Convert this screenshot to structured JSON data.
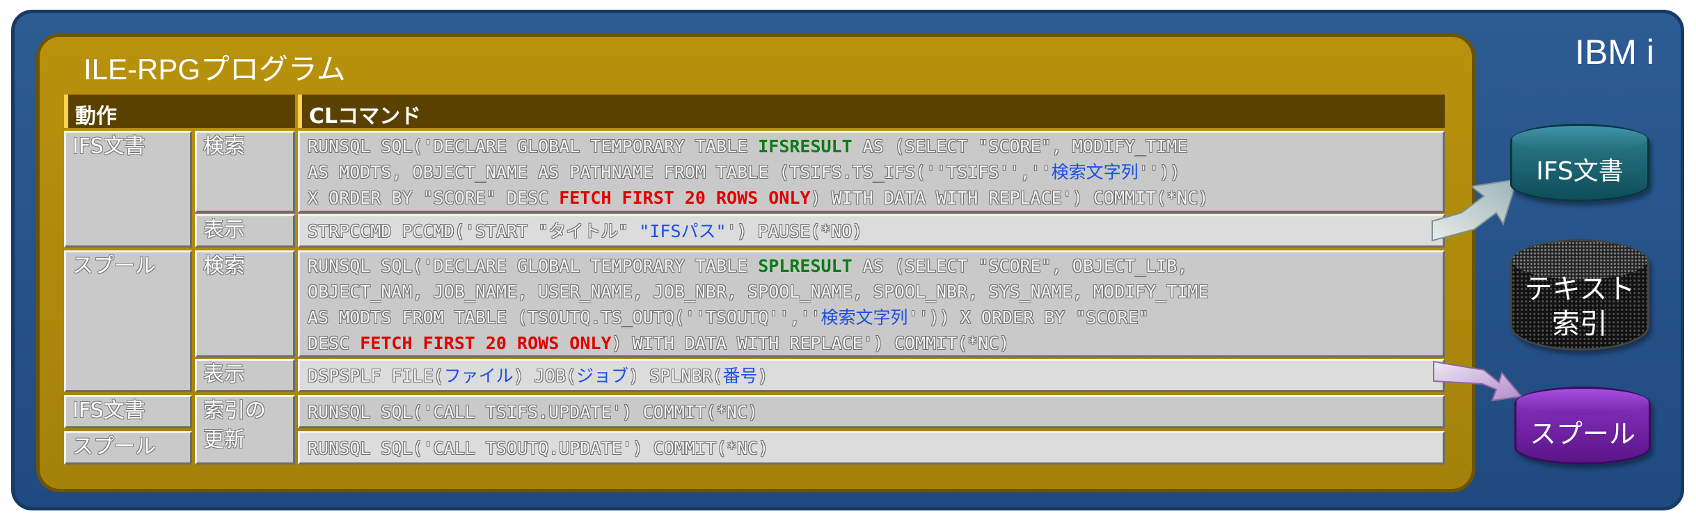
{
  "system": {
    "title": "IBM i"
  },
  "program": {
    "title": "ILE-RPGプログラム"
  },
  "table": {
    "header_action": "動作",
    "header_cl": "CLコマンド",
    "ifs_doc": "IFS文書",
    "spool": "スプール",
    "search": "検索",
    "display": "表示",
    "index_update_1": "索引の",
    "index_update_2": "更新",
    "ifs_update_doc": "IFS文書",
    "spool_update": "スプール"
  },
  "cmd_ifs_search": {
    "l1a": "RUNSQL SQL('DECLARE GLOBAL TEMPORARY TABLE ",
    "l1g": "IFSRESULT",
    "l1b": " AS (SELECT \"SCORE\", MODIFY_TIME",
    "l2a": "AS MODTS, OBJECT_NAME AS PATHNAME FROM TABLE (TSIFS.TS_IFS(''TSIFS'',''",
    "l2b": "検索文字列",
    "l2c": "''))",
    "l3a": "X ORDER BY \"SCORE\" DESC ",
    "l3r": "FETCH FIRST 20 ROWS ONLY",
    "l3b": ") WITH DATA WITH REPLACE') COMMIT(*NC)"
  },
  "cmd_ifs_display": {
    "a": "STRPCCMD PCCMD('START \"タイトル\" ",
    "b": "\"IFSパス\"",
    "c": "') PAUSE(*NO)"
  },
  "cmd_spool_search": {
    "l1a": "RUNSQL SQL('DECLARE GLOBAL TEMPORARY TABLE ",
    "l1g": "SPLRESULT",
    "l1b": " AS (SELECT \"SCORE\", OBJECT_LIB,",
    "l2": "OBJECT_NAM, JOB_NAME, USER_NAME, JOB_NBR, SPOOL_NAME, SPOOL_NBR, SYS_NAME, MODIFY_TIME",
    "l3a": "AS MODTS FROM TABLE (TSOUTQ.TS_OUTQ(''TSOUTQ'',''",
    "l3b": "検索文字列",
    "l3c": "'')) X ORDER BY \"SCORE\"",
    "l4a": "DESC ",
    "l4r": "FETCH FIRST 20 ROWS ONLY",
    "l4b": ") WITH DATA WITH REPLACE') COMMIT(*NC)"
  },
  "cmd_spool_display": {
    "a": "DSPSPLF FILE(",
    "b": "ファイル",
    "c": ") JOB(",
    "d": "ジョブ",
    "e": ") SPLNBR(",
    "f": "番号",
    "g": ")"
  },
  "cmd_ifs_update": "RUNSQL SQL('CALL TSIFS.UPDATE') COMMIT(*NC)",
  "cmd_spool_update": "RUNSQL SQL('CALL TSOUTQ.UPDATE') COMMIT(*NC)",
  "stores": {
    "ifs": "IFS文書",
    "text_index_1": "テキスト",
    "text_index_2": "索引",
    "spool": "スプール"
  },
  "colors": {
    "outer_blue": "#2d5c93",
    "gold": "#b8920c",
    "header_brown": "#5b4100",
    "table_name_green": "#0f7a1a",
    "fetch_red": "#e00000",
    "param_blue": "#1d4fe0",
    "ifs_teal": "#2f7f8e",
    "spool_purple": "#8d36c7"
  }
}
